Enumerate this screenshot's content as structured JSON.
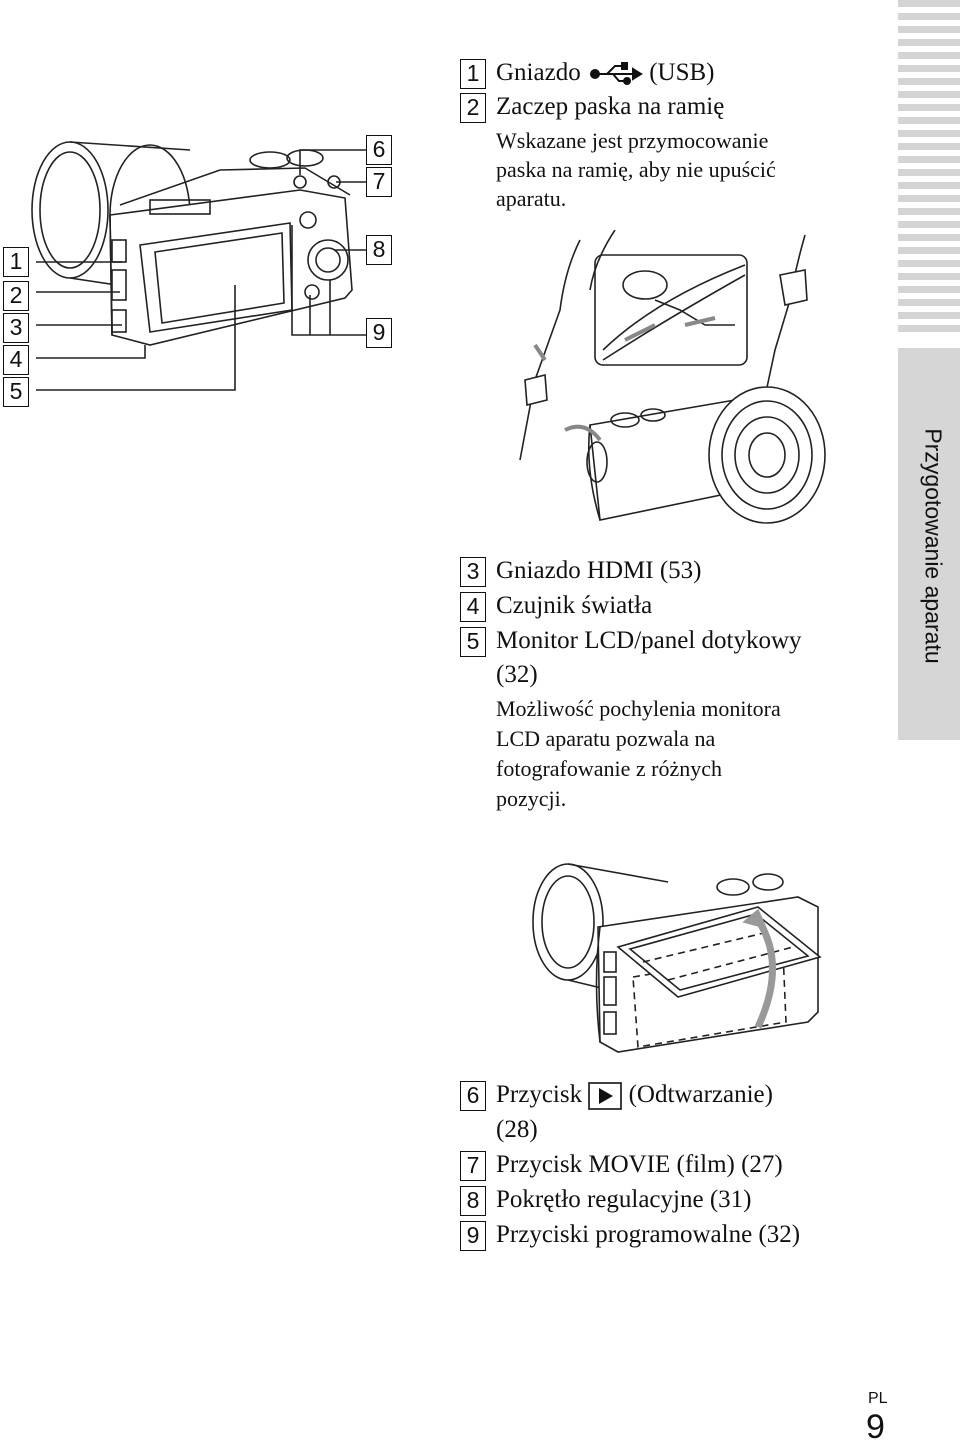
{
  "items": [
    {
      "num": "1",
      "title": "Gniazdo",
      "suffix": " (USB)",
      "icon": "usb-icon"
    },
    {
      "num": "2",
      "title": "Zaczep paska na ramię",
      "note": [
        "Wskazane jest przymocowanie",
        "paska na ramię, aby nie upuścić",
        "aparatu."
      ]
    },
    {
      "num": "3",
      "title": "Gniazdo HDMI (53)"
    },
    {
      "num": "4",
      "title": "Czujnik światła"
    },
    {
      "num": "5",
      "title": "Monitor LCD/panel dotykowy",
      "title2": "(32)",
      "note": [
        "Możliwość pochylenia monitora",
        "LCD aparatu pozwala na",
        "fotografowanie z różnych",
        "pozycji."
      ]
    },
    {
      "num": "6",
      "title": "Przycisk",
      "suffix": " (Odtwarzanie)",
      "title2": "(28)",
      "icon": "play-icon"
    },
    {
      "num": "7",
      "title": "Przycisk MOVIE (film) (27)"
    },
    {
      "num": "8",
      "title": "Pokrętło regulacyjne (31)"
    },
    {
      "num": "9",
      "title": "Przyciski programowalne (32)"
    }
  ],
  "callouts": {
    "left": [
      "1",
      "2",
      "3",
      "4",
      "5"
    ],
    "right": [
      "6",
      "7",
      "8",
      "9"
    ]
  },
  "side_label": "Przygotowanie aparatu",
  "footer": {
    "lang": "PL",
    "page": "9"
  }
}
